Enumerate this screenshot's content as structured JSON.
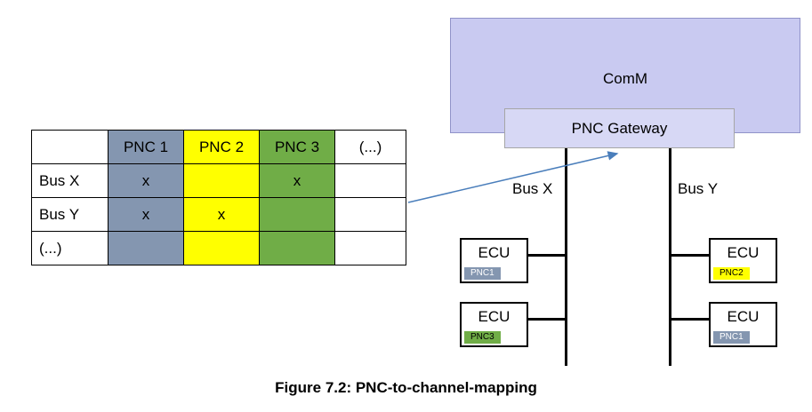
{
  "caption": "Figure 7.2: PNC-to-channel-mapping",
  "table": {
    "headers": [
      "",
      "PNC 1",
      "PNC 2",
      "PNC 3",
      "(...)"
    ],
    "rows": [
      {
        "label": "Bus X",
        "cells": [
          "x",
          "",
          "x",
          ""
        ]
      },
      {
        "label": "Bus Y",
        "cells": [
          "x",
          "x",
          "",
          ""
        ]
      },
      {
        "label": "(...)",
        "cells": [
          "",
          "",
          "",
          ""
        ]
      }
    ]
  },
  "diagram": {
    "comm_label": "ComM",
    "gateway_label": "PNC Gateway",
    "bus_x_label": "Bus X",
    "bus_y_label": "Bus Y",
    "ecus": [
      {
        "label": "ECU",
        "pnc": "PNC1",
        "bus": "Bus X"
      },
      {
        "label": "ECU",
        "pnc": "PNC3",
        "bus": "Bus X"
      },
      {
        "label": "ECU",
        "pnc": "PNC2",
        "bus": "Bus Y"
      },
      {
        "label": "ECU",
        "pnc": "PNC1",
        "bus": "Bus Y"
      }
    ]
  },
  "colors": {
    "pnc1": "#8496B0",
    "pnc2": "#FFFF00",
    "pnc3": "#70AD47",
    "comm-fill": "#C9CAF1",
    "comm-border": "#9193C9",
    "gateway-fill": "#D7D8F5",
    "gateway-border": "#A6A6A6",
    "arrow": "#4A7EBB"
  }
}
